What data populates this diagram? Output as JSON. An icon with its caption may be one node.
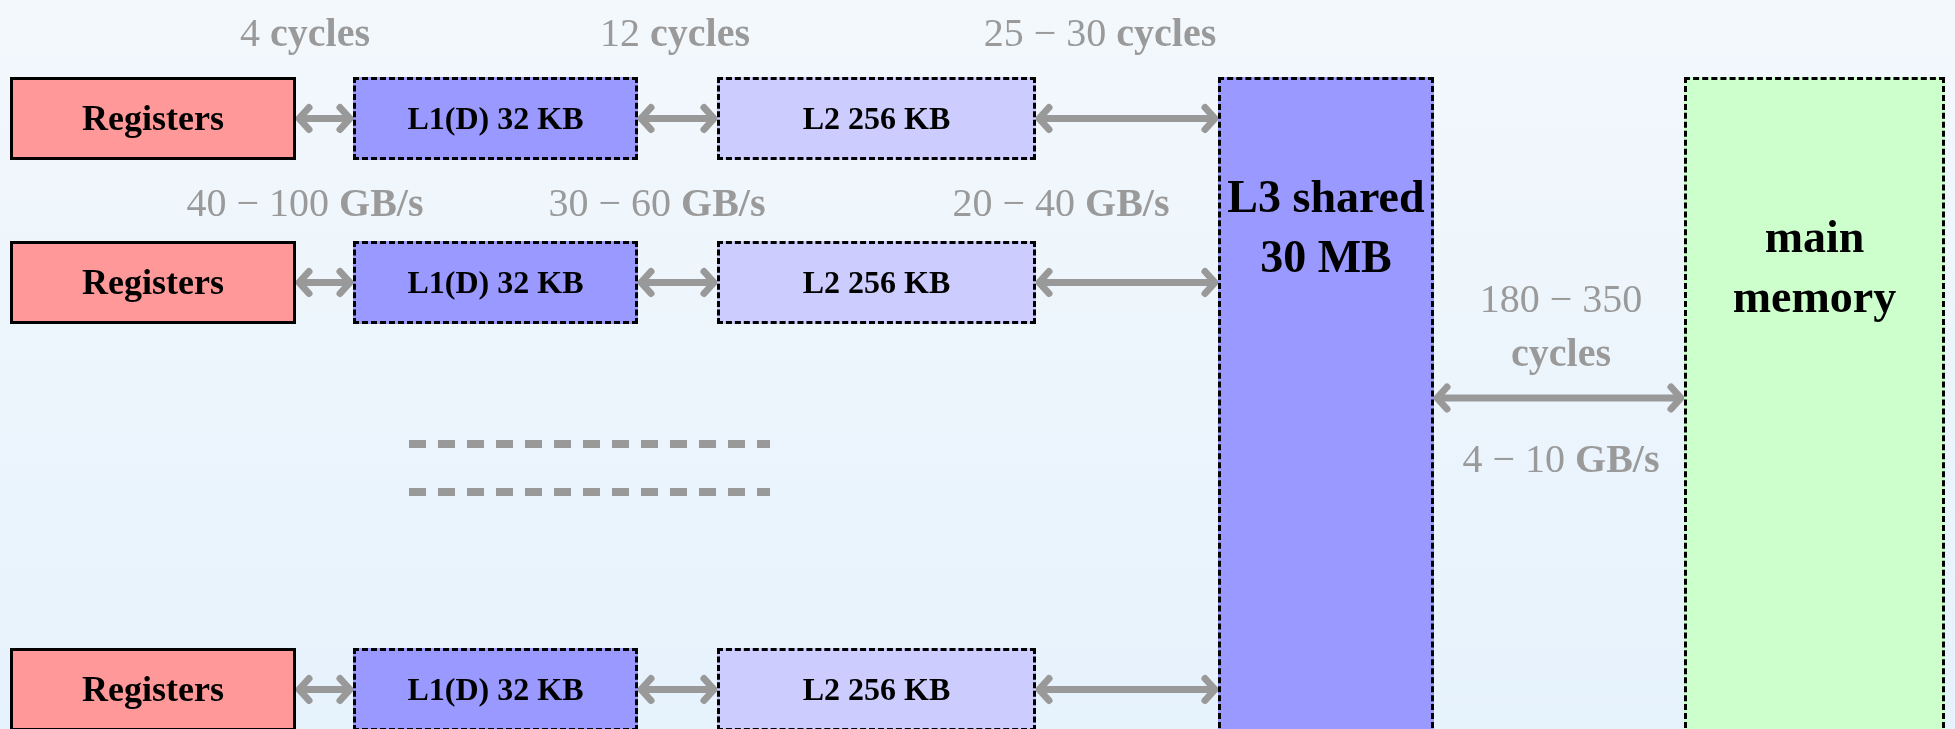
{
  "diagram": {
    "nodes": [
      {
        "text": [
          "Registers"
        ]
      },
      {
        "text": [
          "L1(D) 32 KB"
        ]
      },
      {
        "text": [
          "L2 256 KB"
        ]
      },
      {
        "text": [
          "Registers"
        ]
      },
      {
        "text": [
          "L1(D) 32 KB"
        ]
      },
      {
        "text": [
          "L2 256 KB"
        ]
      },
      {
        "text": [
          "Registers"
        ]
      },
      {
        "text": [
          "L1(D) 32 KB"
        ]
      },
      {
        "text": [
          "L2 256 KB"
        ]
      },
      {
        "text": [
          "L3 shared 30 MB"
        ]
      },
      {
        "text": [
          "main memory"
        ]
      }
    ],
    "edges": [
      {
        "from": 0,
        "to": 1,
        "arrow": "both"
      },
      {
        "from": 1,
        "to": 2,
        "arrow": "both"
      },
      {
        "from": 2,
        "to": 9,
        "arrow": "both"
      },
      {
        "from": 3,
        "to": 4,
        "arrow": "both"
      },
      {
        "from": 4,
        "to": 5,
        "arrow": "both"
      },
      {
        "from": 5,
        "to": 9,
        "arrow": "both"
      },
      {
        "from": 6,
        "to": 7,
        "arrow": "both"
      },
      {
        "from": 7,
        "to": 8,
        "arrow": "both"
      },
      {
        "from": 8,
        "to": 9,
        "arrow": "both"
      },
      {
        "from": 9,
        "to": 10,
        "arrow": "both"
      }
    ],
    "labels": [
      "4 **cycles**",
      "12 **cycles**",
      "25 − 30 **cycles**",
      "40 − 100 **GB/s**",
      "30 − 60 **GB/s**",
      "20 − 40 **GB/s**",
      "180 − 350 **cycles**",
      "4 − 10 **GB/s**"
    ]
  }
}
